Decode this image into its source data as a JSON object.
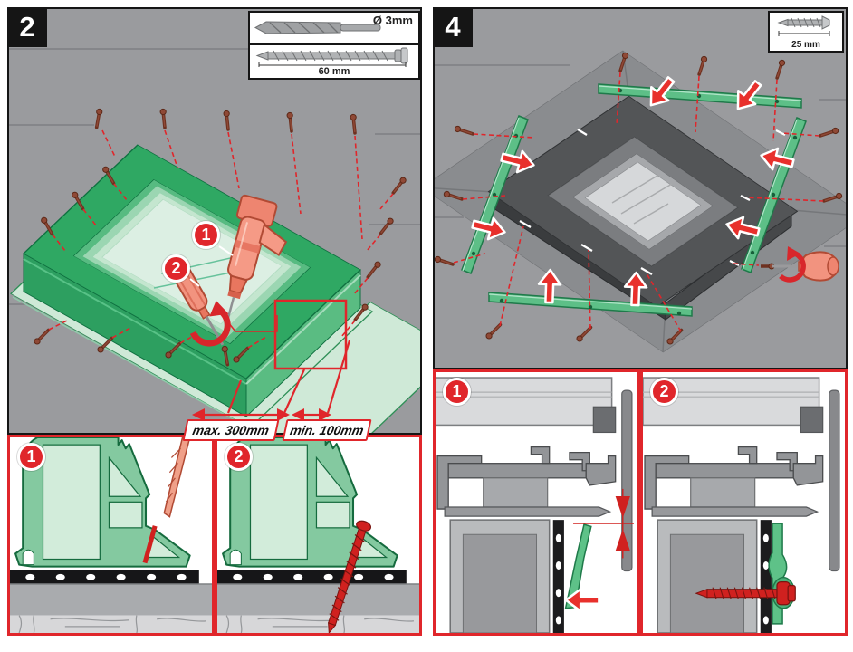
{
  "colors": {
    "accent_red": "#e0262b",
    "frame_green": "#2fa863",
    "batten_green": "#5dbf87",
    "roof_gray": "#9a9b9e",
    "panel_border_black": "#151515",
    "tool_salmon": "#f2937f",
    "window_frame_gray": "#535557"
  },
  "left_panel": {
    "step_number": "2",
    "spec_box": {
      "drill_label": "Ø 3mm",
      "screw_label": "60 mm"
    },
    "callouts": {
      "drill": "1",
      "screwdriver": "2"
    },
    "dimensions": {
      "max_spacing": "max. 300mm",
      "min_spacing": "min. 100mm"
    },
    "details": [
      {
        "number": "1"
      },
      {
        "number": "2"
      }
    ]
  },
  "right_panel": {
    "step_number": "4",
    "spec_box": {
      "screw_label": "25 mm"
    },
    "details": [
      {
        "number": "1"
      },
      {
        "number": "2"
      }
    ]
  }
}
